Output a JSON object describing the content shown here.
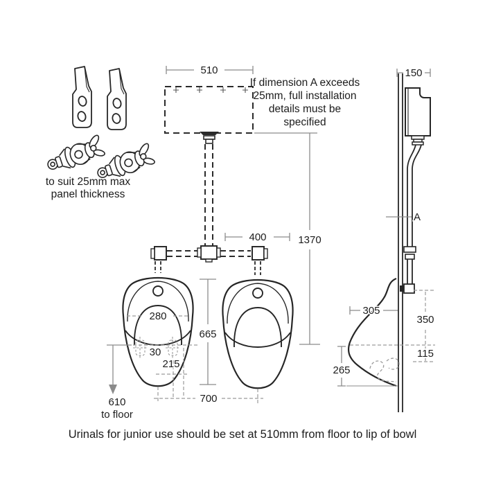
{
  "colors": {
    "ink": "#262626",
    "dim_line": "#8b8b8b",
    "construction": "#9a9a9a",
    "text": "#1c1c1c",
    "background": "#ffffff"
  },
  "hardware_note": {
    "line1": "to suit 25mm max",
    "line2": "panel thickness"
  },
  "warning_note": {
    "line1": "If dimension A exceeds",
    "line2": "25mm, full installation",
    "line3": "details must be",
    "line4": "specified"
  },
  "front_view": {
    "cistern_width": "510",
    "inlet_spread": "400",
    "overall_height": "1370",
    "bowl_height": "665",
    "bowl_inner_width": "280",
    "fixing_gap": "30",
    "outlet_offset": "215",
    "floor_height": "610",
    "floor_label": "to floor",
    "bowl_centres": "700"
  },
  "side_view": {
    "cistern_depth": "150",
    "dim_a": "A",
    "bowl_projection": "305",
    "inlet_height": "350",
    "outlet_drop": "115",
    "bowl_depth": "265"
  },
  "footer_note": "Urinals for junior use should be set at 510mm from floor to lip of bowl"
}
